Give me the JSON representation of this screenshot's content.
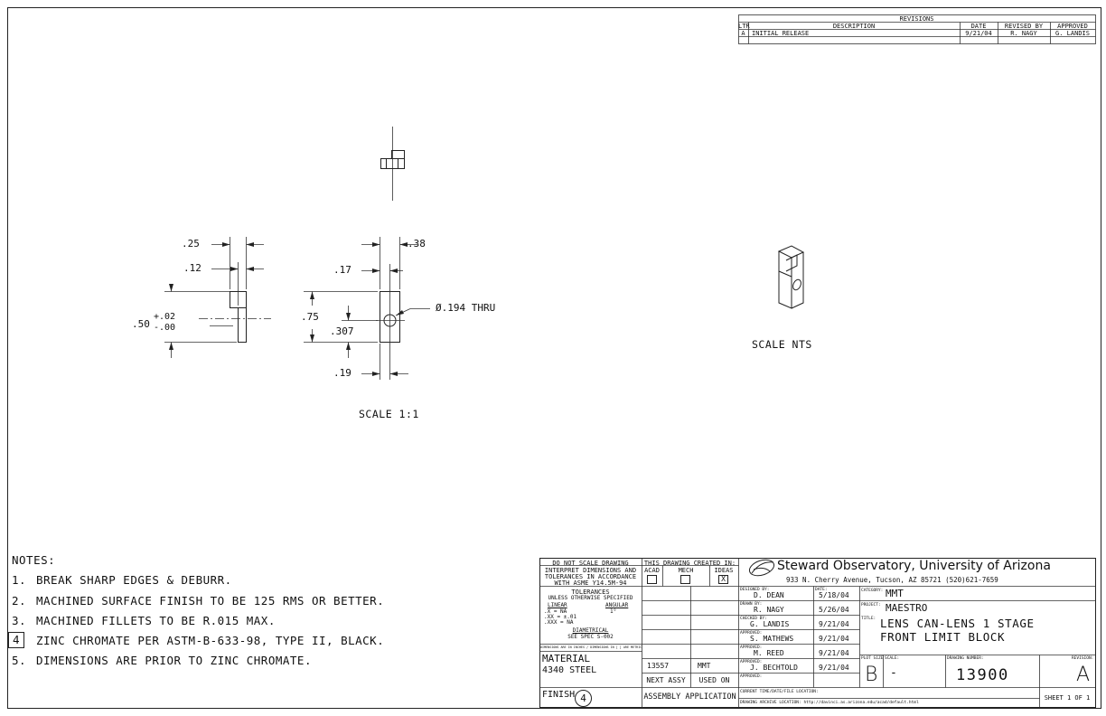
{
  "revisions": {
    "title": "REVISIONS",
    "headers": [
      "LTR",
      "DESCRIPTION",
      "DATE",
      "REVISED BY",
      "APPROVED"
    ],
    "rows": [
      [
        "A",
        "INITIAL RELEASE",
        "9/21/04",
        "R. NAGY",
        "G. LANDIS"
      ]
    ]
  },
  "views": {
    "dims_left": {
      "d25": ".25",
      "d12": ".12",
      "d50": ".50",
      "tol_plus": "+.02",
      "tol_minus": "-.00"
    },
    "dims_front": {
      "d38": ".38",
      "d17": ".17",
      "d75": ".75",
      "d307": ".307",
      "d19": ".19",
      "hole": "Ø.194 THRU"
    },
    "scale_main": "SCALE 1:1",
    "scale_iso": "SCALE NTS"
  },
  "notes": {
    "heading": "NOTES:",
    "items": [
      {
        "num": "1.",
        "text": "BREAK SHARP EDGES & DEBURR."
      },
      {
        "num": "2.",
        "text": "MACHINED SURFACE FINISH TO BE 125 RMS OR BETTER."
      },
      {
        "num": "3.",
        "text": "MACHINED FILLETS TO BE R.015 MAX."
      },
      {
        "num": "4",
        "text": "ZINC CHROMATE PER ASTM-B-633-98, TYPE II, BLACK."
      },
      {
        "num": "5.",
        "text": "DIMENSIONS ARE PRIOR TO ZINC CHROMATE."
      }
    ]
  },
  "title_block": {
    "do_not_scale": "DO NOT SCALE DRAWING",
    "interpret": [
      "INTERPRET DIMENSIONS AND",
      "TOLERANCES IN ACCORDANCE",
      "WITH ASME Y14.5M-94"
    ],
    "tolerances_title": "TOLERANCES",
    "unless": "UNLESS OTHERWISE SPECIFIED",
    "linear": "LINEAR",
    "angular": "ANGULAR",
    "tol_x": ".X  = NA",
    "tol_xx": ".XX = ±.01",
    "tol_xxx": ".XXX = NA",
    "tol_ang": "1°",
    "diametrical": "DIAMETRICAL",
    "see_spec": "SEE SPEC S-002",
    "dim_note": "DIMENSIONS ARE IN INCHES / DIMENSIONS IN [ ] ARE METRIC",
    "material_label": "MATERIAL",
    "material": "4340 STEEL",
    "finish_label": "FINISH",
    "finish_num": "4",
    "created_in": "THIS DRAWING CREATED IN:",
    "cad_opts": [
      "ACAD",
      "MECH",
      "IDEAS"
    ],
    "cad_checked": "X",
    "assy_num": "13557",
    "assy_proj": "MMT",
    "next_assy": "NEXT ASSY",
    "used_on": "USED ON",
    "assembly_app": "ASSEMBLY APPLICATION",
    "org": "Steward Observatory, University of Arizona",
    "address": "933 N. Cherry Avenue, Tucson, AZ 85721  (520)621-7659",
    "designed_by_label": "DESIGNED BY:",
    "designed_by": "D. DEAN",
    "date_label": "DATE:",
    "designed_date": "5/18/04",
    "drawn_by_label": "DRAWN BY:",
    "drawn_by": "R. NAGY",
    "drawn_date": "5/26/04",
    "checked_by_label": "CHECKED BY:",
    "checked_by": "G. LANDIS",
    "checked_date": "9/21/04",
    "approved_label": "APPROVED:",
    "approved1": "S. MATHEWS",
    "approved1_date": "9/21/04",
    "approved2": "M. REED",
    "approved2_date": "9/21/04",
    "approved3": "J. BECHTOLD",
    "approved3_date": "9/21/04",
    "category_label": "CATEGORY:",
    "category": "MMT",
    "project_label": "PROJECT:",
    "project": "MAESTRO",
    "title_label": "TITLE:",
    "title1": "LENS CAN-LENS 1 STAGE",
    "title2": "FRONT LIMIT BLOCK",
    "plot_size_label": "PLOT SIZE",
    "plot_size": "B",
    "scale_label": "SCALE:",
    "scale": "-",
    "drawing_number_label": "DRAWING NUMBER:",
    "drawing_number": "13900",
    "revision_label": "REVISION:",
    "revision": "A",
    "current_time": "CURRENT TIME/DATE/FILE LOCATION:",
    "archive": "DRAWING ARCHIVE LOCATION: http://davinci.as.arizona.edu/acad/default.html",
    "sheet": "SHEET 1 OF 1"
  }
}
